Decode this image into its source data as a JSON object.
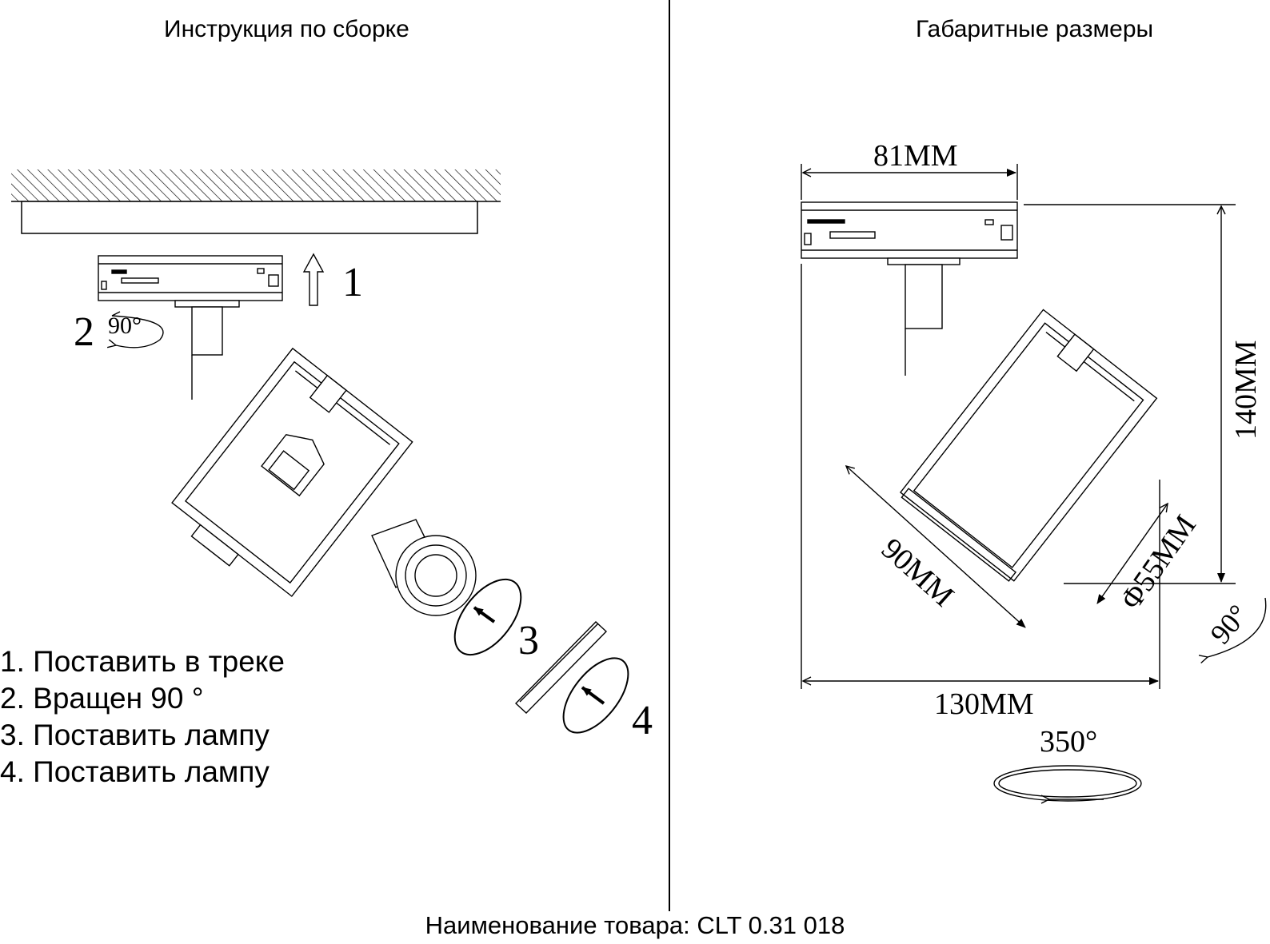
{
  "headings": {
    "left": "Инструкция по сборке",
    "right": "Габаритные размеры"
  },
  "steps": [
    "1. Поставить в треке",
    "2. Вращен 90 °",
    "3. Поставить лампу",
    "4. Поставить лампу"
  ],
  "step_markers": [
    "1",
    "2",
    "3",
    "4"
  ],
  "angles": {
    "left_rotation": "90°",
    "right_tilt": "90°",
    "base_rotation": "350°"
  },
  "dimensions": {
    "width": "81MM",
    "height": "140MM",
    "body_length": "90MM",
    "diameter": "Φ55MM",
    "depth": "130MM"
  },
  "footer": "Наименование товара: CLT 0.31 018"
}
